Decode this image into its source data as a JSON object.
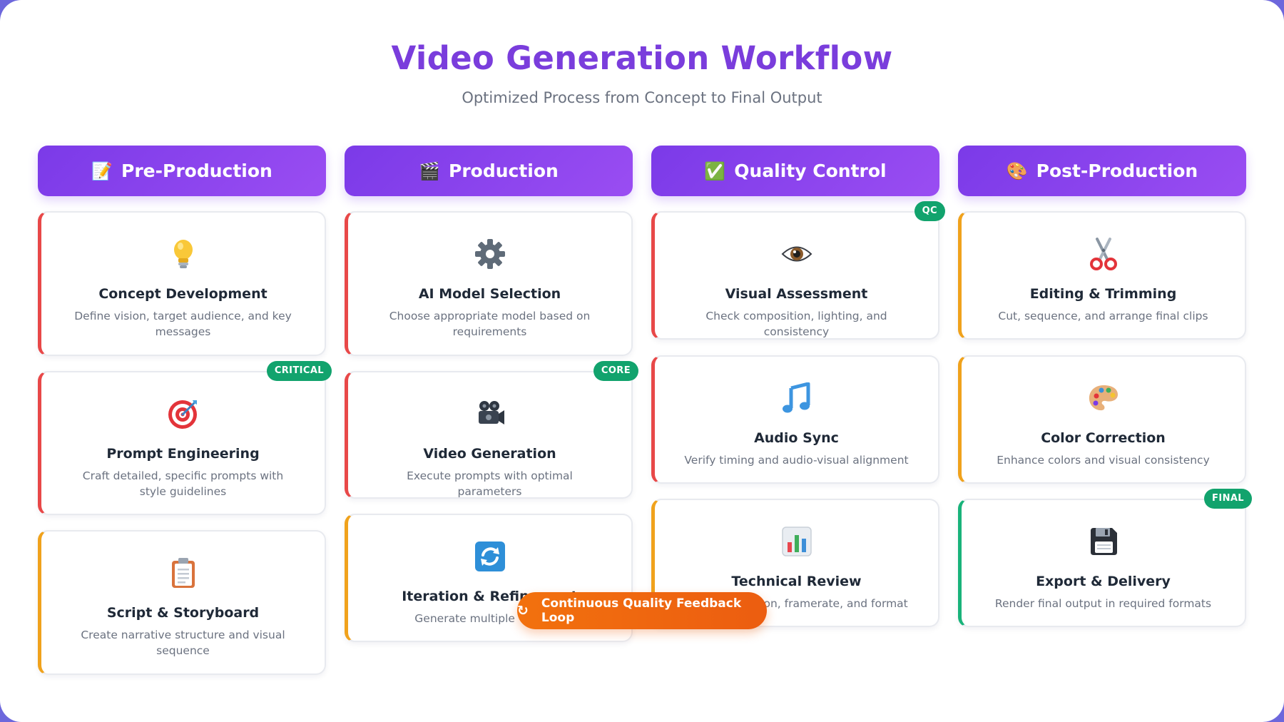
{
  "header": {
    "title": "Video Generation Workflow",
    "subtitle": "Optimized Process from Concept to Final Output"
  },
  "columns": [
    {
      "label": "Pre-Production",
      "icon": "memo-icon",
      "glyph": "📝"
    },
    {
      "label": "Production",
      "icon": "clapper-icon",
      "glyph": "🎬"
    },
    {
      "label": "Quality Control",
      "icon": "check-icon",
      "glyph": "✅"
    },
    {
      "label": "Post-Production",
      "icon": "palette-icon",
      "glyph": "🎨"
    }
  ],
  "cards": {
    "concept": {
      "title": "Concept Development",
      "desc": "Define vision, target audience, and key messages",
      "icon": "lightbulb-icon",
      "accent": "#e84848"
    },
    "prompt": {
      "title": "Prompt Engineering",
      "desc": "Craft detailed, specific prompts with style guidelines",
      "icon": "target-icon",
      "accent": "#e84848",
      "badge": "CRITICAL"
    },
    "script": {
      "title": "Script & Storyboard",
      "desc": "Create narrative structure and visual sequence",
      "icon": "clipboard-icon",
      "accent": "#f0a21c"
    },
    "model": {
      "title": "AI Model Selection",
      "desc": "Choose appropriate model based on requirements",
      "icon": "gear-icon",
      "accent": "#e84848"
    },
    "video": {
      "title": "Video Generation",
      "desc": "Execute prompts with optimal parameters",
      "icon": "movie-camera-icon",
      "accent": "#e84848",
      "badge": "CORE"
    },
    "iteration": {
      "title": "Iteration & Refinement",
      "desc": "Generate multiple versions",
      "icon": "refresh-icon",
      "accent": "#f0a21c"
    },
    "visual": {
      "title": "Visual Assessment",
      "desc": "Check composition, lighting, and consistency",
      "icon": "eye-icon",
      "accent": "#e84848",
      "badge": "QC"
    },
    "audio": {
      "title": "Audio Sync",
      "desc": "Verify timing and audio-visual alignment",
      "icon": "music-note-icon",
      "accent": "#e84848"
    },
    "technical": {
      "title": "Technical Review",
      "desc": "Check resolution, framerate, and format",
      "icon": "bar-chart-icon",
      "accent": "#f0a21c"
    },
    "editing": {
      "title": "Editing & Trimming",
      "desc": "Cut, sequence, and arrange final clips",
      "icon": "scissors-icon",
      "accent": "#f0a21c"
    },
    "color": {
      "title": "Color Correction",
      "desc": "Enhance colors and visual consistency",
      "icon": "palette-icon",
      "accent": "#f0a21c"
    },
    "export": {
      "title": "Export & Delivery",
      "desc": "Render final output in required formats",
      "icon": "floppy-disk-icon",
      "accent": "#19b37a",
      "badge": "FINAL"
    }
  },
  "loop": {
    "label": "Continuous Quality Feedback Loop",
    "icon": "loop-arrow-icon",
    "glyph": "↻"
  },
  "colors": {
    "title": "#7a3ddc",
    "header_gradient_start": "#7b3ae8",
    "header_gradient_end": "#9a4df2",
    "badge": "#12a36d",
    "loop": "#f26a0e",
    "background": "#6d67dc"
  }
}
